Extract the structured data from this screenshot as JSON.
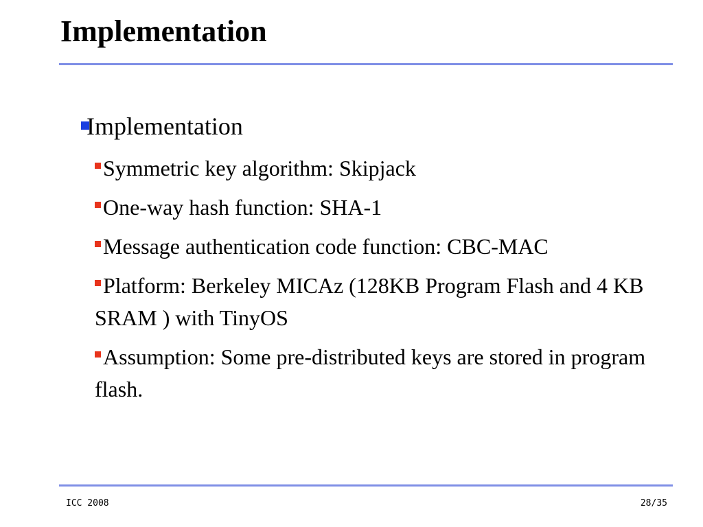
{
  "slide": {
    "title": "Implementation",
    "accent_color": "#7f8fe6",
    "bullet_color": "#1a3fe0",
    "sub_bullet_color": "#e8341c"
  },
  "content": {
    "main_bullet": "Implementation",
    "sub_bullets": [
      "Symmetric key algorithm: Skipjack",
      "One-way hash function: SHA-1",
      "Message authentication code function: CBC-MAC",
      "Platform: Berkeley MICAz (128KB Program Flash and 4 KB SRAM ) with TinyOS",
      "Assumption: Some pre-distributed keys are stored in program flash."
    ]
  },
  "footer": {
    "left": "ICC 2008",
    "right": "28/35"
  },
  "icons": {
    "main_bullet": "square-bullet-icon",
    "sub_bullet": "square-bullet-icon"
  }
}
